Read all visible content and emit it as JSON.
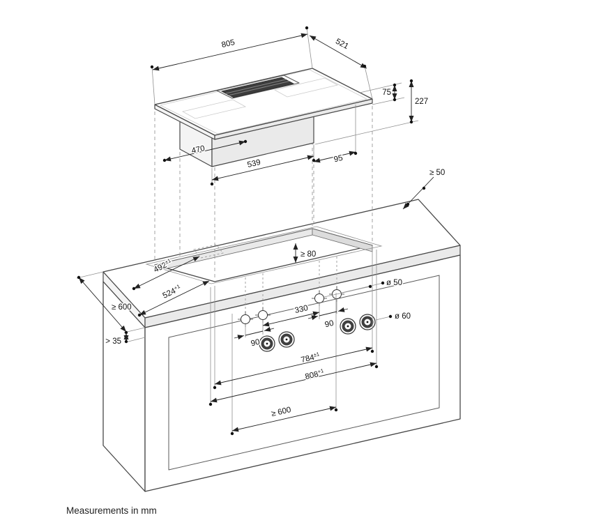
{
  "note": "Measurements in mm",
  "colors": {
    "line": "#474747",
    "dim": "#111111",
    "grille": "#3c3c3c",
    "background": "#ffffff"
  },
  "labels": {
    "width_top": "805",
    "depth_top": "521",
    "height_hob": "75",
    "height_total": "227",
    "duct_width": "470",
    "box_width": "539",
    "box_offset": "95",
    "back_clearance": "≥ 50",
    "inner_clearance": "≥ 80",
    "cutout_depth": "492",
    "cutout_depth_sup": "±1",
    "frame_depth": "524",
    "frame_depth_sup": "+1",
    "worktop_depth": "≥ 600",
    "front_clearance": "> 35",
    "hole_small": "ø 50",
    "hole_large": "ø 60",
    "knob_span": "330",
    "knob_gap_left": "90",
    "knob_gap_right": "90",
    "cutout_width": "784",
    "cutout_width_sup": "±1",
    "frame_width": "808",
    "frame_width_sup": "+1",
    "niche_width": "≥ 600"
  }
}
